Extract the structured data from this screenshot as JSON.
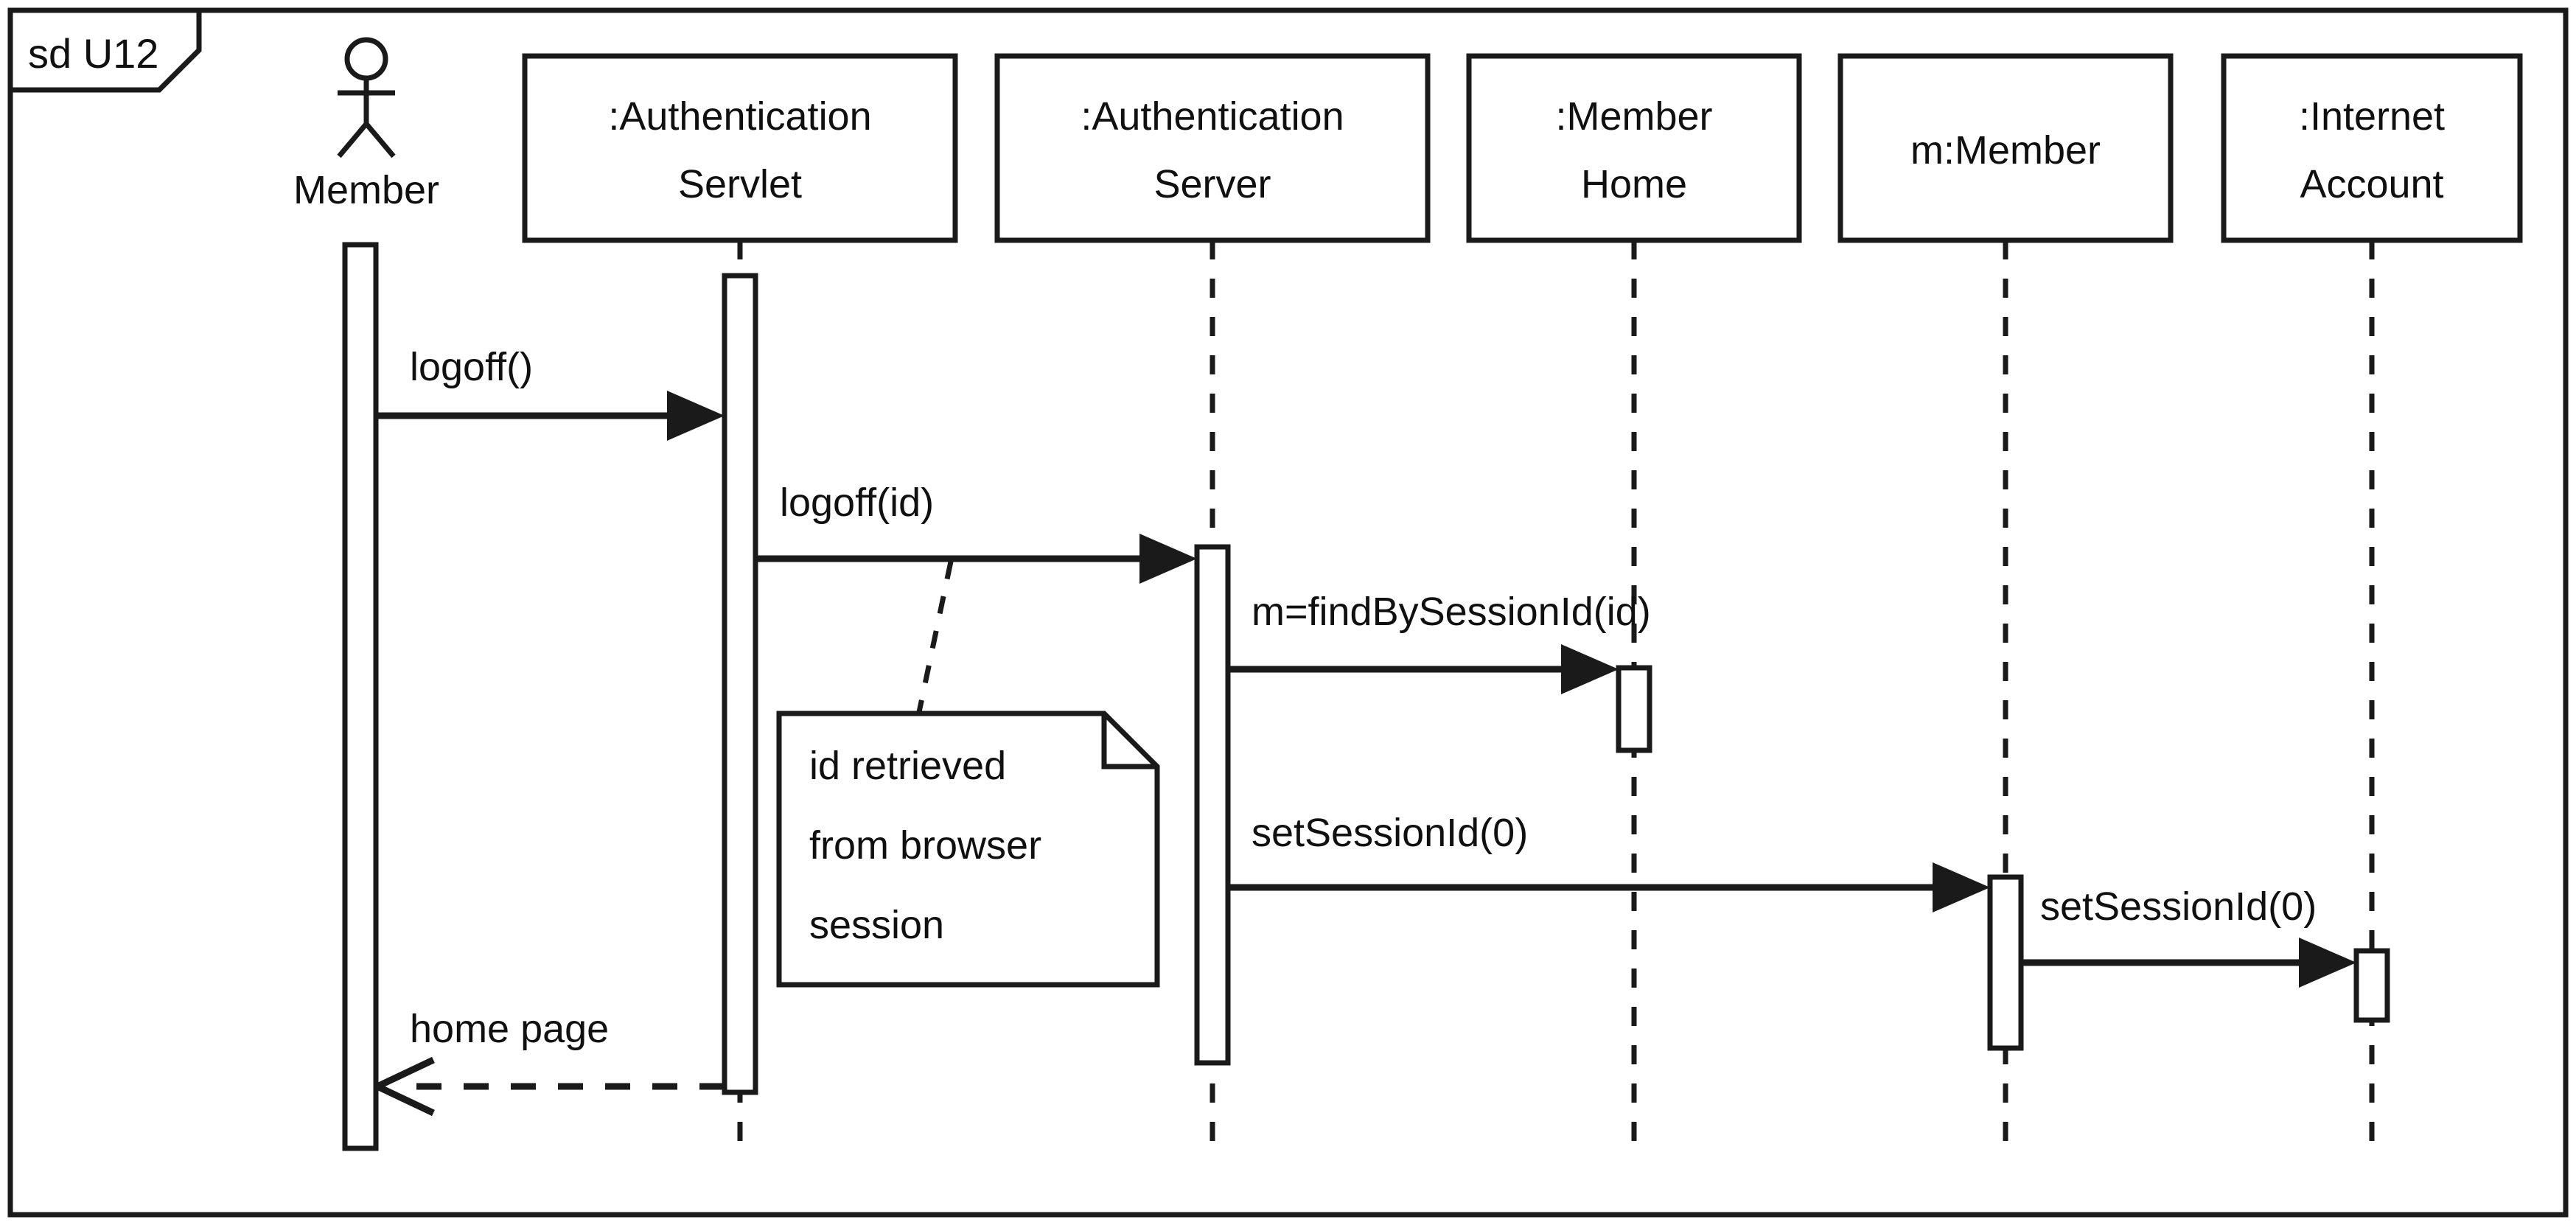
{
  "diagram": {
    "type": "uml-sequence-diagram",
    "frame": {
      "keyword": "sd",
      "name": "U12",
      "label": "sd U12"
    },
    "actor": {
      "name": "Member",
      "icon": "stick-figure-actor-icon"
    },
    "lifelines": [
      {
        "id": "member",
        "label_line1": "Member",
        "label_line2": "",
        "is_actor": true
      },
      {
        "id": "auth-servlet",
        "label_line1": ":Authentication",
        "label_line2": "Servlet",
        "is_actor": false
      },
      {
        "id": "auth-server",
        "label_line1": ":Authentication",
        "label_line2": "Server",
        "is_actor": false
      },
      {
        "id": "member-home",
        "label_line1": ":Member",
        "label_line2": "Home",
        "is_actor": false
      },
      {
        "id": "m-member",
        "label_line1": "m:Member",
        "label_line2": "",
        "is_actor": false
      },
      {
        "id": "internet-account",
        "label_line1": ":Internet",
        "label_line2": "Account",
        "is_actor": false
      }
    ],
    "messages": [
      {
        "id": "msg-logoff",
        "label": "logoff()",
        "from": "member",
        "to": "auth-servlet",
        "kind": "call",
        "arrow": "filled"
      },
      {
        "id": "msg-logoff-id",
        "label": "logoff(id)",
        "from": "auth-servlet",
        "to": "auth-server",
        "kind": "call",
        "arrow": "filled"
      },
      {
        "id": "msg-find-by-session-id",
        "label": "m=findBySessionId(id)",
        "from": "auth-server",
        "to": "member-home",
        "kind": "call",
        "arrow": "filled"
      },
      {
        "id": "msg-set-session-id-1",
        "label": "setSessionId(0)",
        "from": "auth-server",
        "to": "m-member",
        "kind": "call",
        "arrow": "filled"
      },
      {
        "id": "msg-set-session-id-2",
        "label": "setSessionId(0)",
        "from": "m-member",
        "to": "internet-account",
        "kind": "call",
        "arrow": "filled"
      },
      {
        "id": "msg-home-page",
        "label": "home page",
        "from": "auth-servlet",
        "to": "member",
        "kind": "return",
        "arrow": "open"
      }
    ],
    "note": {
      "id": "note-id-retrieved",
      "lines": [
        "id retrieved",
        "from browser",
        "session"
      ],
      "anchored_to": "msg-logoff-id"
    },
    "colors": {
      "stroke": "#1a1a1a",
      "background": "#ffffff",
      "text": "#101010",
      "activation_fill": "#fdfdfd"
    }
  }
}
